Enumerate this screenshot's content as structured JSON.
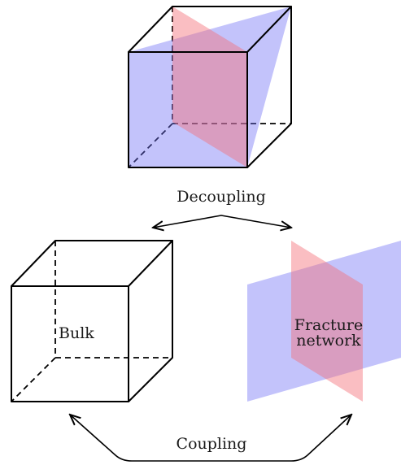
{
  "labels": {
    "decoupling": "Decoupling",
    "bulk": "Bulk",
    "fracture_line1": "Fracture",
    "fracture_line2": "network",
    "coupling": "Coupling"
  },
  "colors": {
    "fracture_plane_blue": "#6f6ff5",
    "fracture_plane_red": "#f46f78",
    "edges": "#000000"
  }
}
